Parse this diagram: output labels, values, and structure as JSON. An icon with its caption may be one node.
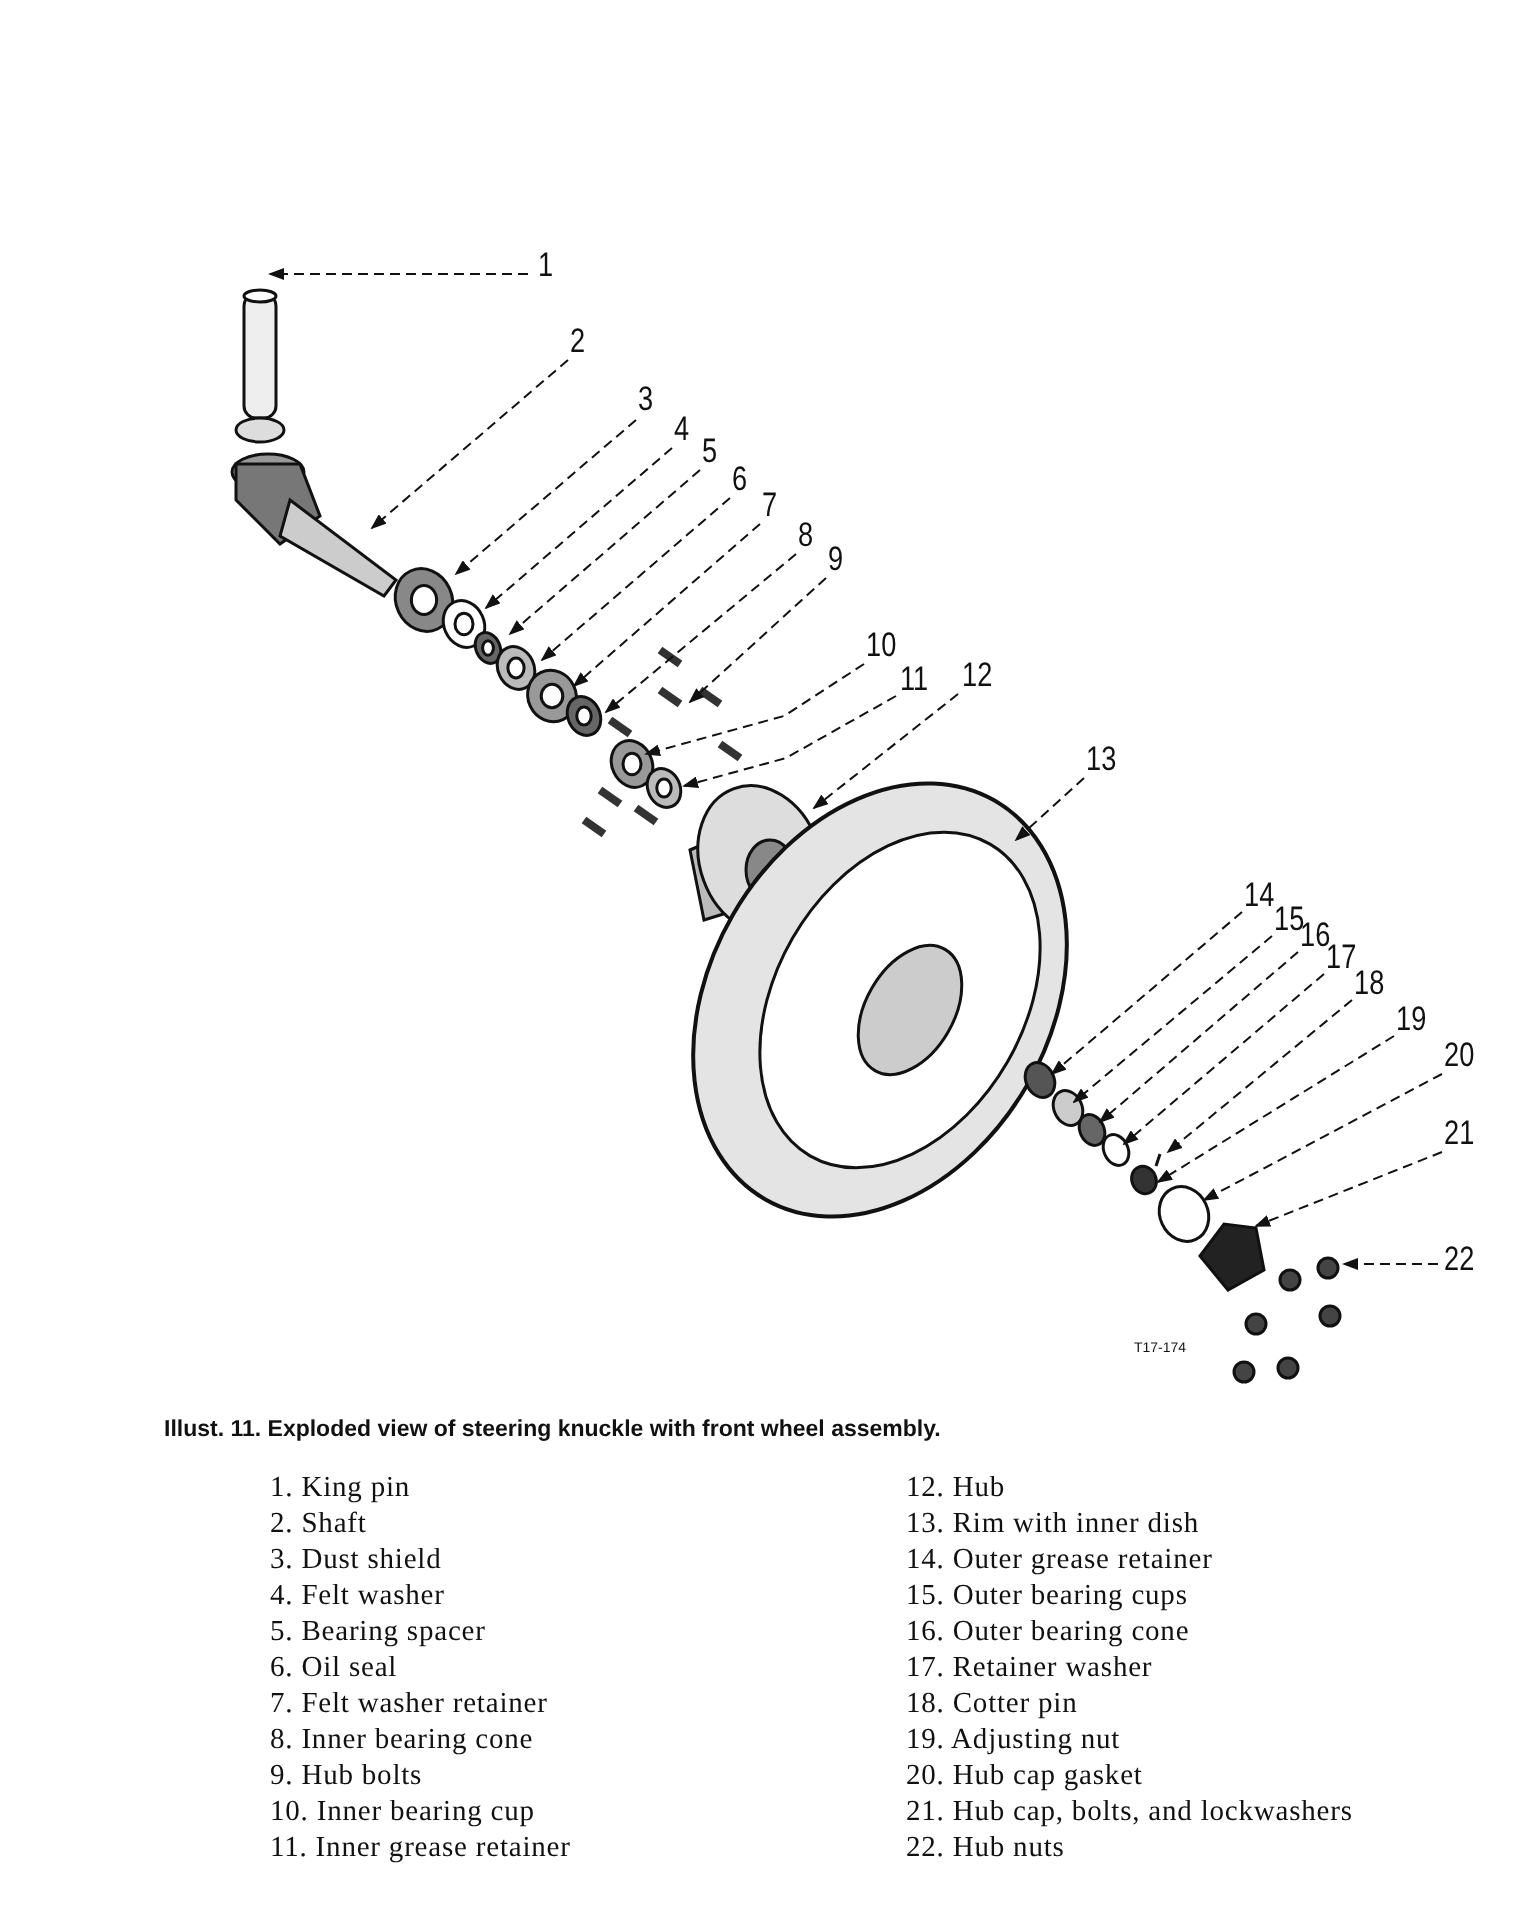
{
  "diagram": {
    "caption": "Illust. 11. Exploded view of steering knuckle with front wheel assembly.",
    "nodes": [
      {
        "text": [
          "1"
        ]
      },
      {
        "text": [
          "2"
        ]
      },
      {
        "text": [
          "3"
        ]
      },
      {
        "text": [
          "4"
        ]
      },
      {
        "text": [
          "5"
        ]
      },
      {
        "text": [
          "6"
        ]
      },
      {
        "text": [
          "7"
        ]
      },
      {
        "text": [
          "8"
        ]
      },
      {
        "text": [
          "9"
        ]
      },
      {
        "text": [
          "10"
        ]
      },
      {
        "text": [
          "11"
        ]
      },
      {
        "text": [
          "12"
        ]
      },
      {
        "text": [
          "13"
        ]
      },
      {
        "text": [
          "14"
        ]
      },
      {
        "text": [
          "15"
        ]
      },
      {
        "text": [
          "16"
        ]
      },
      {
        "text": [
          "17"
        ]
      },
      {
        "text": [
          "18"
        ]
      },
      {
        "text": [
          "19"
        ]
      },
      {
        "text": [
          "20"
        ]
      },
      {
        "text": [
          "21"
        ]
      },
      {
        "text": [
          "22"
        ]
      }
    ],
    "edges": [
      {
        "from": 0,
        "to": null,
        "arrow": "to",
        "style": "dashed"
      },
      {
        "from": 1,
        "to": null,
        "arrow": "to",
        "style": "dashed"
      },
      {
        "from": 2,
        "to": null,
        "arrow": "to",
        "style": "dashed"
      },
      {
        "from": 3,
        "to": null,
        "arrow": "to",
        "style": "dashed"
      },
      {
        "from": 4,
        "to": null,
        "arrow": "to",
        "style": "dashed"
      },
      {
        "from": 5,
        "to": null,
        "arrow": "to",
        "style": "dashed"
      },
      {
        "from": 6,
        "to": null,
        "arrow": "to",
        "style": "dashed"
      },
      {
        "from": 7,
        "to": null,
        "arrow": "to",
        "style": "dashed"
      },
      {
        "from": 8,
        "to": null,
        "arrow": "to",
        "style": "dashed"
      },
      {
        "from": 9,
        "to": null,
        "arrow": "to",
        "style": "dashed"
      },
      {
        "from": 10,
        "to": null,
        "arrow": "to",
        "style": "dashed"
      },
      {
        "from": 11,
        "to": null,
        "arrow": "to",
        "style": "dashed"
      },
      {
        "from": 12,
        "to": null,
        "arrow": "to",
        "style": "dashed"
      },
      {
        "from": 13,
        "to": null,
        "arrow": "to",
        "style": "dashed"
      },
      {
        "from": 14,
        "to": null,
        "arrow": "to",
        "style": "dashed"
      },
      {
        "from": 15,
        "to": null,
        "arrow": "to",
        "style": "dashed"
      },
      {
        "from": 16,
        "to": null,
        "arrow": "to",
        "style": "dashed"
      },
      {
        "from": 17,
        "to": null,
        "arrow": "to",
        "style": "dashed"
      },
      {
        "from": 18,
        "to": null,
        "arrow": "to",
        "style": "dashed"
      },
      {
        "from": 19,
        "to": null,
        "arrow": "to",
        "style": "dashed"
      },
      {
        "from": 20,
        "to": null,
        "arrow": "to",
        "style": "dashed"
      },
      {
        "from": 21,
        "to": null,
        "arrow": "to",
        "style": "dashed"
      }
    ],
    "labels": [
      "T17-174",
      "1. King pin",
      "12. Hub",
      "2. Shaft",
      "13. Rim with inner dish",
      "3. Dust shield",
      "14. Outer grease retainer",
      "4. Felt washer",
      "15. Outer bearing cups",
      "5. Bearing spacer",
      "16. Outer bearing cone",
      "6. Oil seal",
      "17. Retainer washer",
      "7. Felt washer retainer",
      "18. Cotter pin",
      "8. Inner bearing cone",
      "19. Adjusting nut",
      "9. Hub bolts",
      "20. Hub cap gasket",
      "10. Inner bearing cup",
      "21. Hub cap, bolts, and lockwashers",
      "11. Inner grease retainer",
      "22. Hub nuts"
    ]
  }
}
